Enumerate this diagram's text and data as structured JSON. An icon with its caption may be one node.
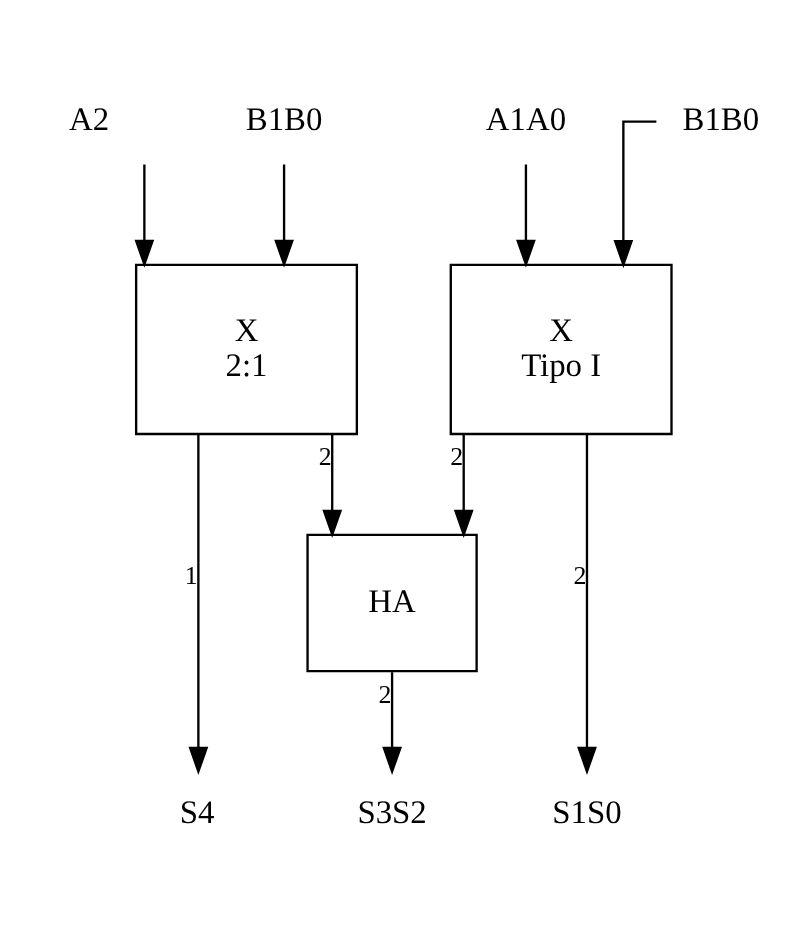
{
  "diagram": {
    "nodes": [
      {
        "text": [
          "A2"
        ]
      },
      {
        "text": [
          "B1B0"
        ]
      },
      {
        "text": [
          "A1A0"
        ]
      },
      {
        "text": [
          "B1B0"
        ]
      },
      {
        "text": [
          "X",
          "2:1"
        ]
      },
      {
        "text": [
          "X",
          "Tipo I"
        ]
      },
      {
        "text": [
          "HA"
        ]
      },
      {
        "text": [
          "S4"
        ]
      },
      {
        "text": [
          "S3S2"
        ]
      },
      {
        "text": [
          "S1S0"
        ]
      }
    ],
    "edges": [
      {
        "from": 0,
        "to": 4,
        "arrow": "to"
      },
      {
        "from": 1,
        "to": 4,
        "arrow": "to"
      },
      {
        "from": 2,
        "to": 5,
        "arrow": "to"
      },
      {
        "from": 3,
        "to": 5,
        "arrow": "to"
      },
      {
        "from": 4,
        "to": 7,
        "arrow": "to",
        "label": "1"
      },
      {
        "from": 4,
        "to": 6,
        "arrow": "to",
        "label": "2"
      },
      {
        "from": 5,
        "to": 6,
        "arrow": "to",
        "label": "2"
      },
      {
        "from": 5,
        "to": 9,
        "arrow": "to",
        "label": "2"
      },
      {
        "from": 6,
        "to": 8,
        "arrow": "to",
        "label": "2"
      }
    ]
  }
}
